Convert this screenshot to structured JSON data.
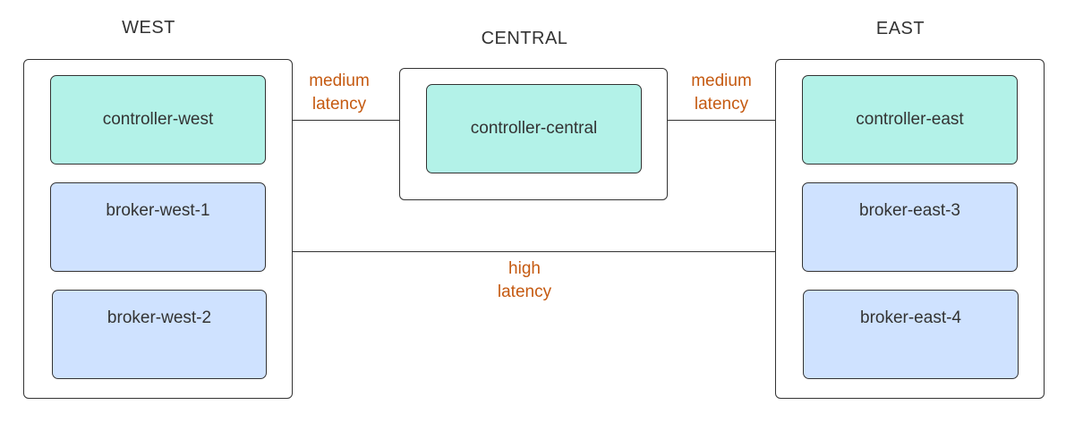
{
  "regions": {
    "west": {
      "title": "WEST",
      "controller": "controller-west",
      "brokers": [
        "broker-west-1",
        "broker-west-2"
      ]
    },
    "central": {
      "title": "CENTRAL",
      "controller": "controller-central"
    },
    "east": {
      "title": "EAST",
      "controller": "controller-east",
      "brokers": [
        "broker-east-3",
        "broker-east-4"
      ]
    }
  },
  "links": {
    "west_central": [
      "medium",
      "latency"
    ],
    "central_east": [
      "medium",
      "latency"
    ],
    "west_east": [
      "high",
      "latency"
    ]
  },
  "colors": {
    "controller_fill": "#b3f2e8",
    "broker_fill": "#cfe2ff",
    "latency_label": "#c55a11",
    "stroke": "#333333"
  }
}
